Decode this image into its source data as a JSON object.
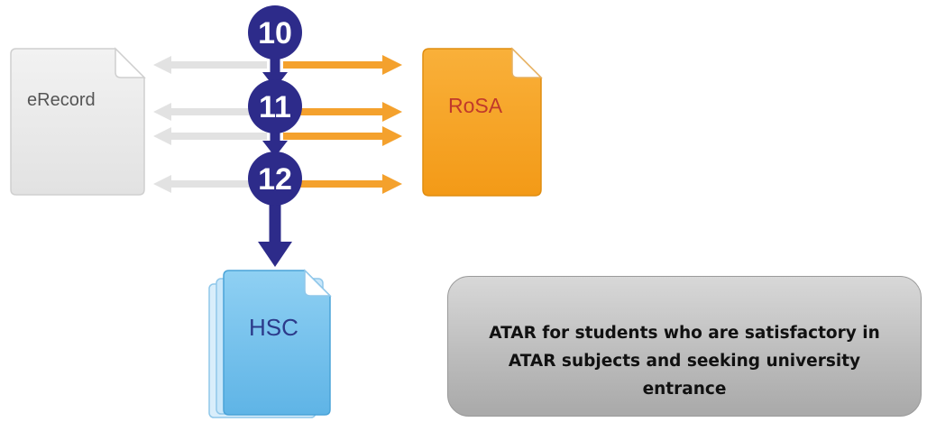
{
  "documents": {
    "erecord": {
      "label": "eRecord"
    },
    "rosa": {
      "label": "RoSA"
    },
    "hsc": {
      "label": "HSC"
    }
  },
  "years": [
    {
      "number": "10"
    },
    {
      "number": "11"
    },
    {
      "number": "12"
    }
  ],
  "callout": {
    "text": "ATAR for students who are satisfactory in ATAR subjects and seeking university entrance"
  },
  "colors": {
    "year_circle": "#2d2b8a",
    "arrow_orange": "#f4a12d",
    "arrow_grey": "#e2e2e2",
    "rosa_doc": "#f7a021",
    "rosa_text": "#c0392b",
    "erecord_doc": "#e6e6e6",
    "hsc_doc": "#78c3ec",
    "hsc_text": "#2c3a8a"
  }
}
